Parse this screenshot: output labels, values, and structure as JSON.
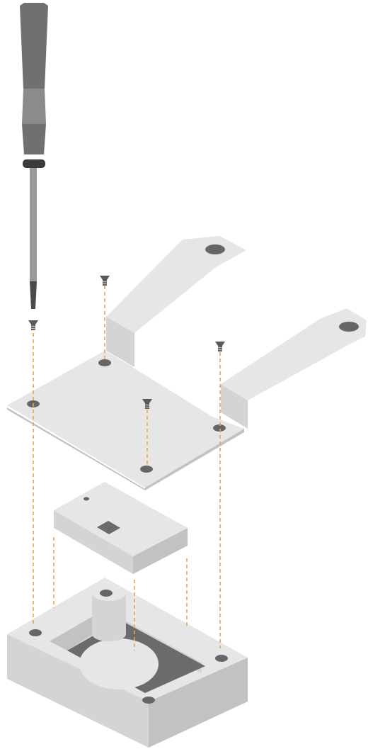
{
  "diagram": {
    "kind": "exploded-assembly",
    "parts": [
      {
        "name": "screwdriver"
      },
      {
        "name": "mounting-bracket",
        "holes": 6
      },
      {
        "name": "module-block"
      },
      {
        "name": "base-frame",
        "holes": 3
      }
    ],
    "fasteners": {
      "count": 4,
      "type": "countersunk-screw"
    },
    "guides": {
      "style": "dashed",
      "count": 7
    },
    "colors": {
      "guide_line": "#e8a54a",
      "screwdriver_handle": "#6f7072",
      "screwdriver_handle_light": "#8a8b8d",
      "screwdriver_shaft": "#9a9a9c",
      "part_top": "#e6e6e6",
      "part_side_light": "#d4d4d4",
      "part_side_dark": "#c2c2c2",
      "hole": "#666666",
      "base_opening": "#6b6b6b",
      "background": "#ffffff"
    }
  }
}
